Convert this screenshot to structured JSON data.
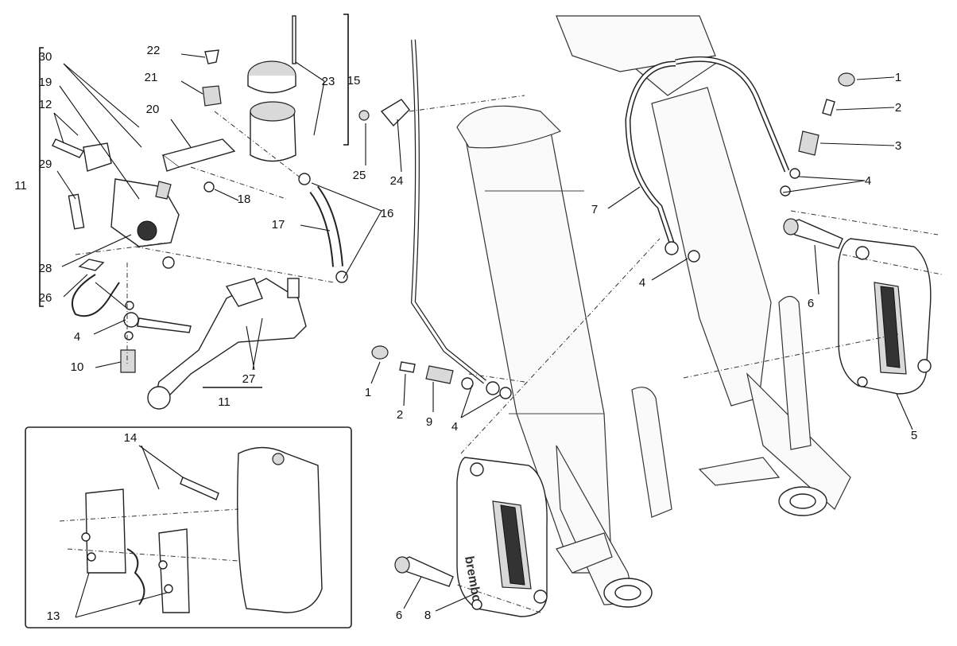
{
  "diagram": {
    "labels": {
      "main": [
        "1",
        "2",
        "3",
        "4",
        "5",
        "6",
        "7",
        "4",
        "1",
        "2",
        "9",
        "4",
        "6",
        "8",
        "11",
        "30",
        "19",
        "12",
        "29",
        "22",
        "21",
        "20",
        "18",
        "23",
        "15",
        "25",
        "24",
        "17",
        "16",
        "28",
        "26",
        "4",
        "10",
        "27",
        "11",
        "14",
        "13"
      ]
    }
  }
}
